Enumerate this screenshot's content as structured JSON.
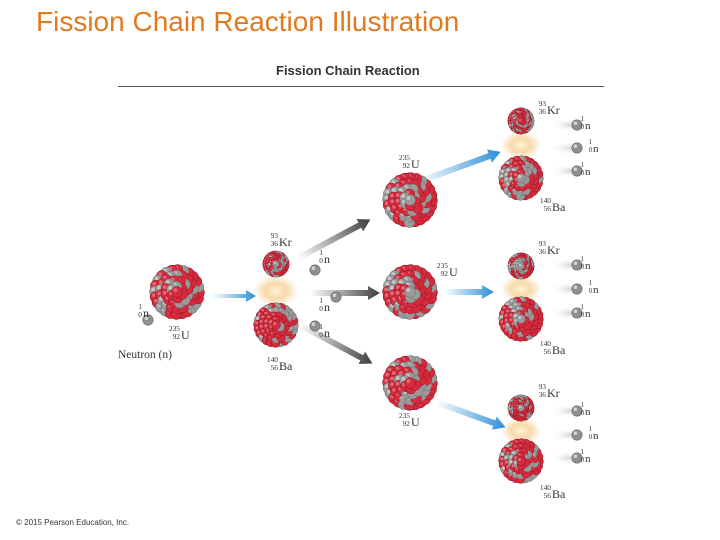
{
  "slide": {
    "title": "Fission Chain Reaction Illustration"
  },
  "figure": {
    "title": "Fission Chain Reaction"
  },
  "labels": {
    "neutron": "Neutron (n)",
    "n_sym": "n",
    "n_mass": "1",
    "n_num": "0",
    "u_sym": "U",
    "u_mass": "235",
    "u_num": "92",
    "kr_sym": "Kr",
    "kr_mass": "93",
    "kr_num": "36",
    "ba_sym": "Ba",
    "ba_mass": "140",
    "ba_num": "56"
  },
  "footer": {
    "copyright": "© 2015 Pearson Education, Inc."
  },
  "colors": {
    "title": "#e07a1f",
    "proton": "#d42a3c",
    "neutron": "#9a9a9a",
    "arrow_blue": "#2a8fd6",
    "arrow_gray": "#3d3d3d"
  }
}
